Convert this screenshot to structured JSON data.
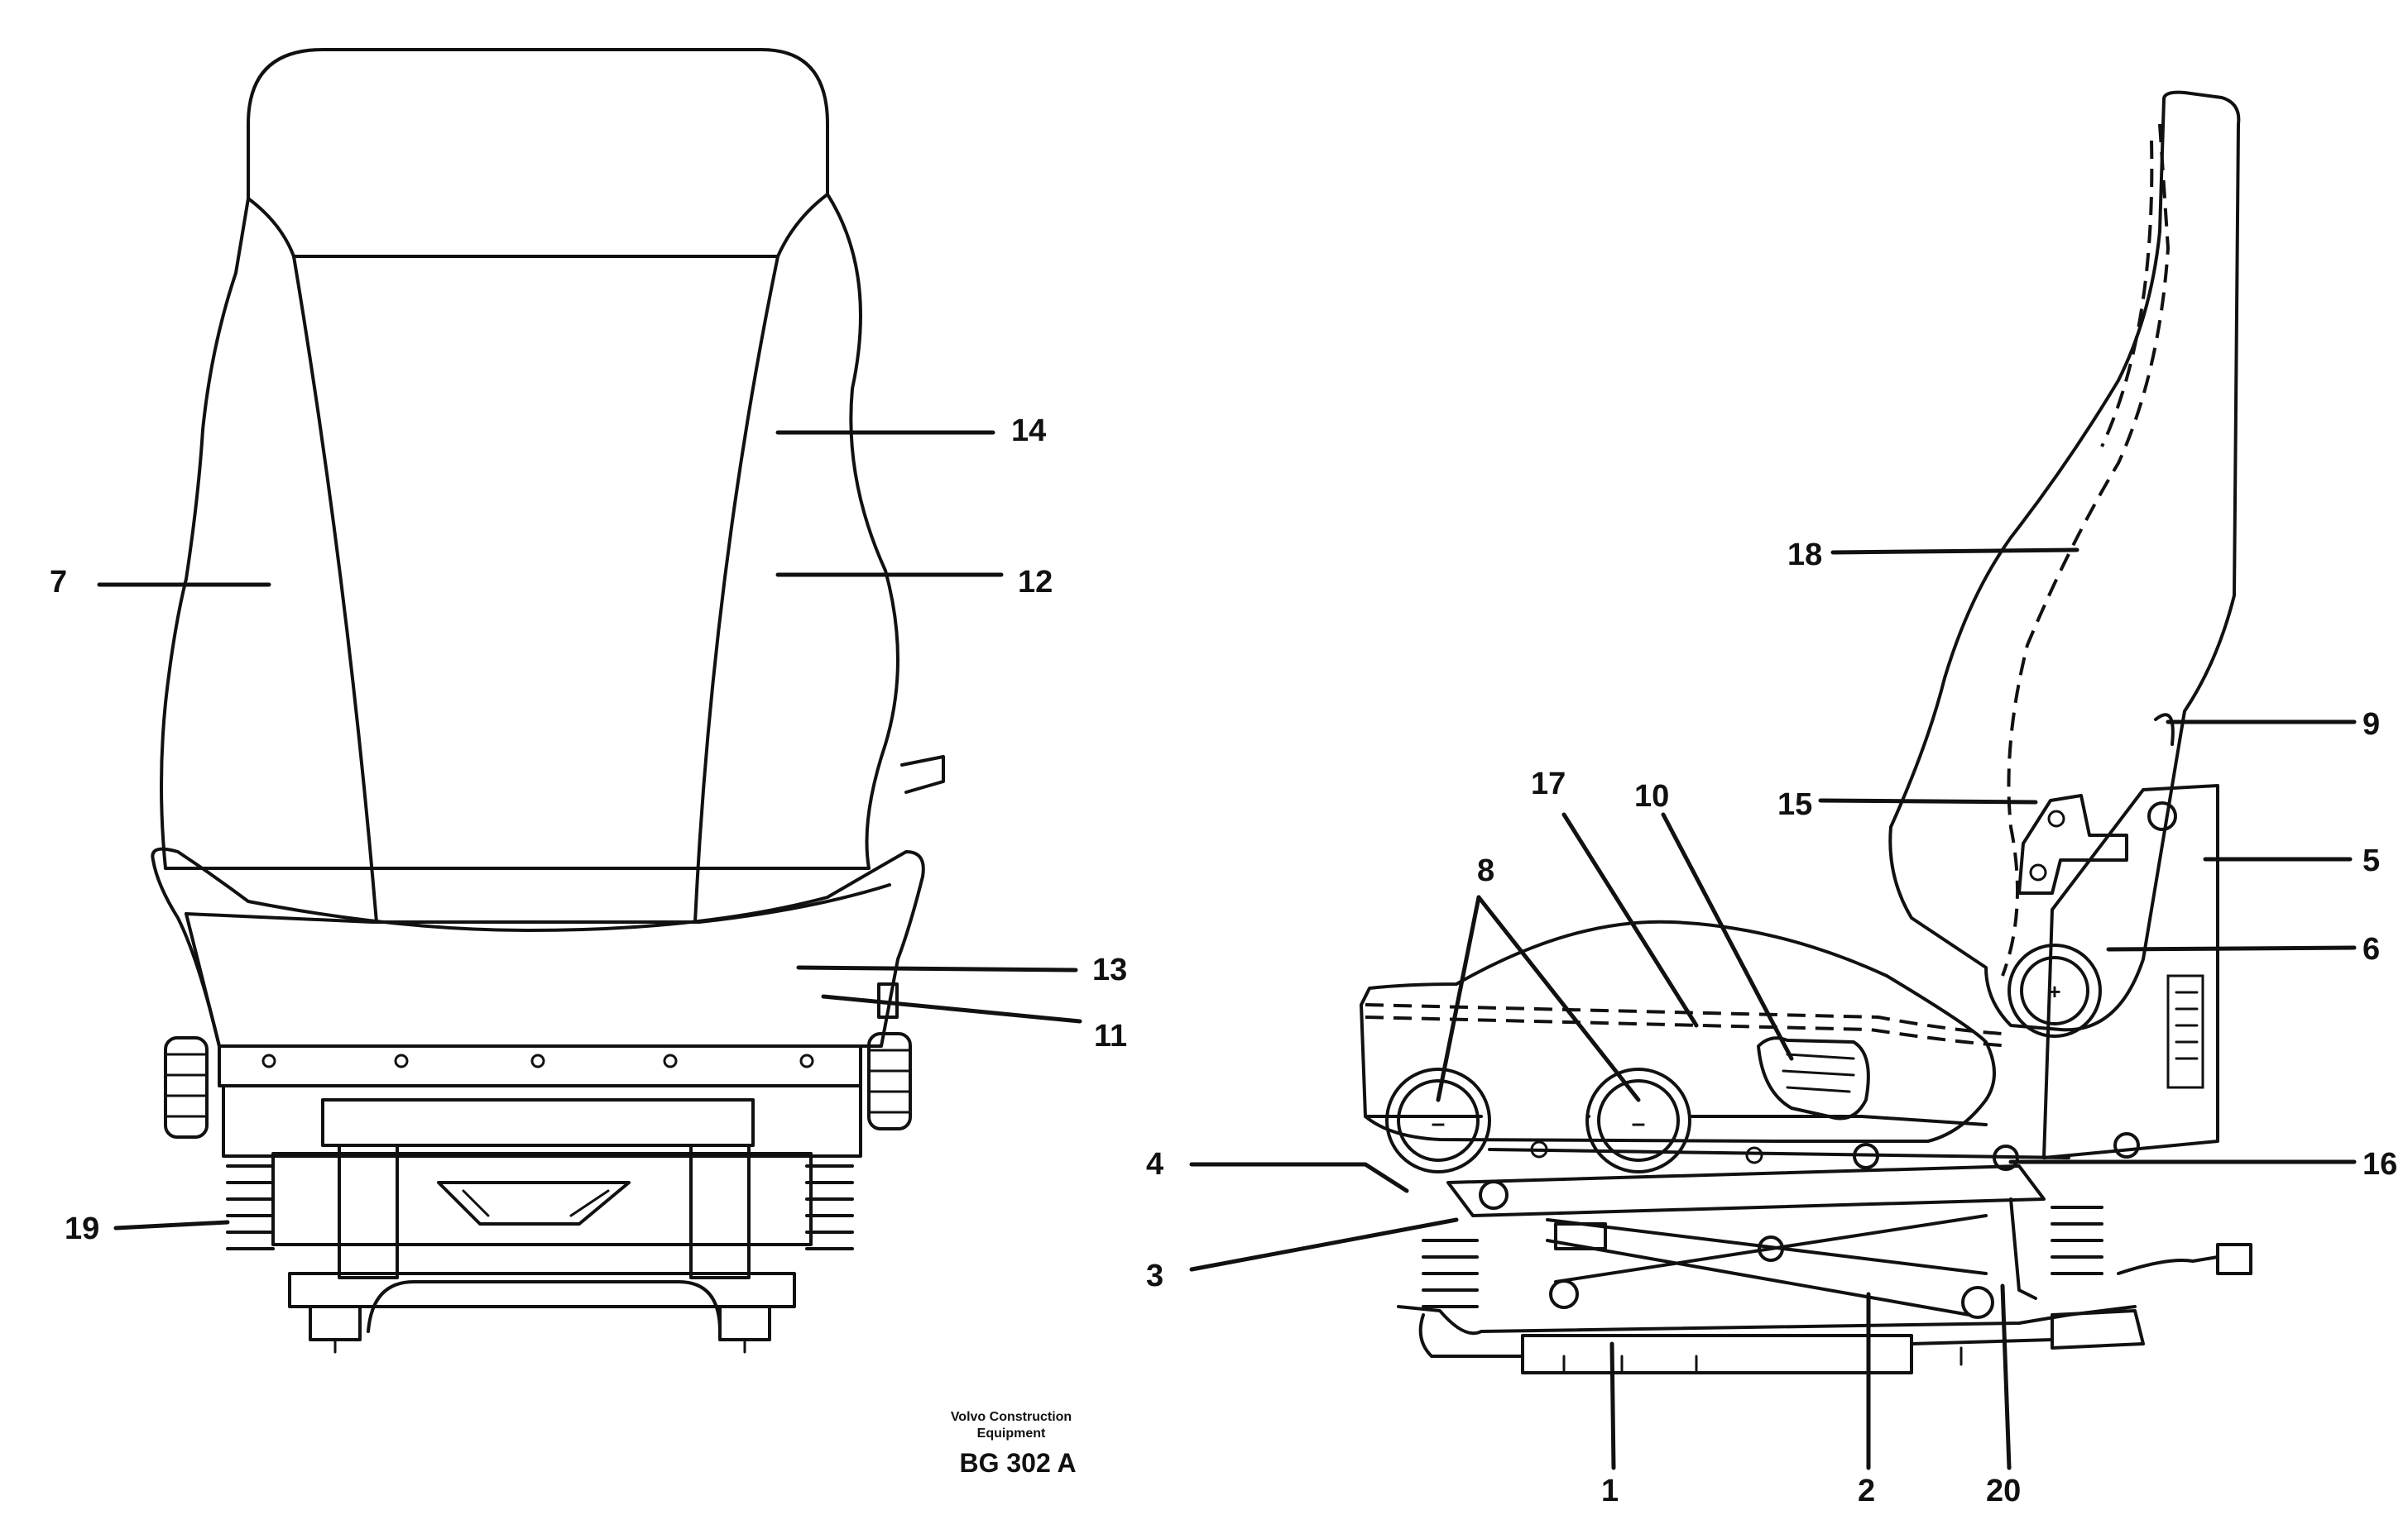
{
  "callouts": {
    "c7": "7",
    "c14": "14",
    "c12": "12",
    "c13": "13",
    "c11": "11",
    "c19": "19",
    "c18": "18",
    "c9": "9",
    "c15": "15",
    "c5": "5",
    "c17": "17",
    "c10": "10",
    "c8": "8",
    "c6": "6",
    "c4": "4",
    "c16": "16",
    "c3": "3",
    "c1": "1",
    "c2": "2",
    "c20": "20"
  },
  "footer": {
    "company_line1": "Volvo Construction",
    "company_line2": "Equipment",
    "drawing_code": "BG 302 A"
  },
  "knob_signs": {
    "minus": "–",
    "plus": "+"
  }
}
